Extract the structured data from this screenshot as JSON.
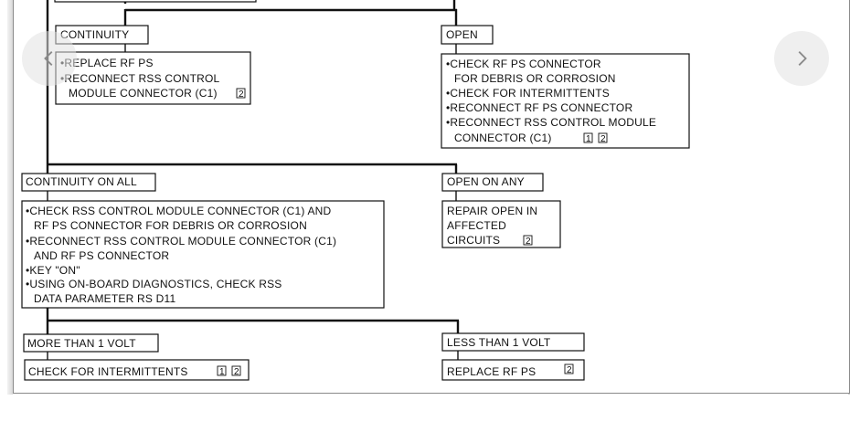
{
  "diagram": {
    "boxes": {
      "continuity": "CONTINUITY",
      "open": "OPEN",
      "continuity_lines": [
        "REPLACE RF PS",
        "RECONNECT RSS CONTROL",
        "MODULE CONNECTOR (C1)"
      ],
      "continuity_note": "2",
      "open_lines": [
        "CHECK RF PS CONNECTOR",
        "FOR DEBRIS OR CORROSION",
        "CHECK FOR INTERMITTENTS",
        "RECONNECT RF PS CONNECTOR",
        "RECONNECT RSS CONTROL MODULE",
        "CONNECTOR (C1)"
      ],
      "open_notes": [
        "1",
        "2"
      ],
      "continuity_on_all": "CONTINUITY ON ALL",
      "open_on_any": "OPEN ON ANY",
      "continuity_on_all_lines": [
        "CHECK RSS CONTROL MODULE CONNECTOR (C1) AND",
        "RF PS CONNECTOR FOR DEBRIS OR CORROSION",
        "RECONNECT RSS CONTROL MODULE CONNECTOR (C1)",
        "AND RF PS CONNECTOR",
        "KEY \"ON\"",
        "USING ON-BOARD DIAGNOSTICS, CHECK RSS",
        "DATA PARAMETER RS D11"
      ],
      "open_on_any_lines": [
        "REPAIR OPEN IN",
        "AFFECTED",
        "CIRCUITS"
      ],
      "open_on_any_note": "2",
      "more_than_1_volt": "MORE THAN 1 VOLT",
      "less_than_1_volt": "LESS THAN 1 VOLT",
      "check_intermittents": "CHECK FOR INTERMITTENTS",
      "check_intermittents_notes": [
        "1",
        "2"
      ],
      "replace_rf_ps": "REPLACE RF PS",
      "replace_rf_ps_note": "2"
    }
  },
  "nav": {
    "prev_icon": "chevron-left-icon",
    "next_icon": "chevron-right-icon"
  }
}
